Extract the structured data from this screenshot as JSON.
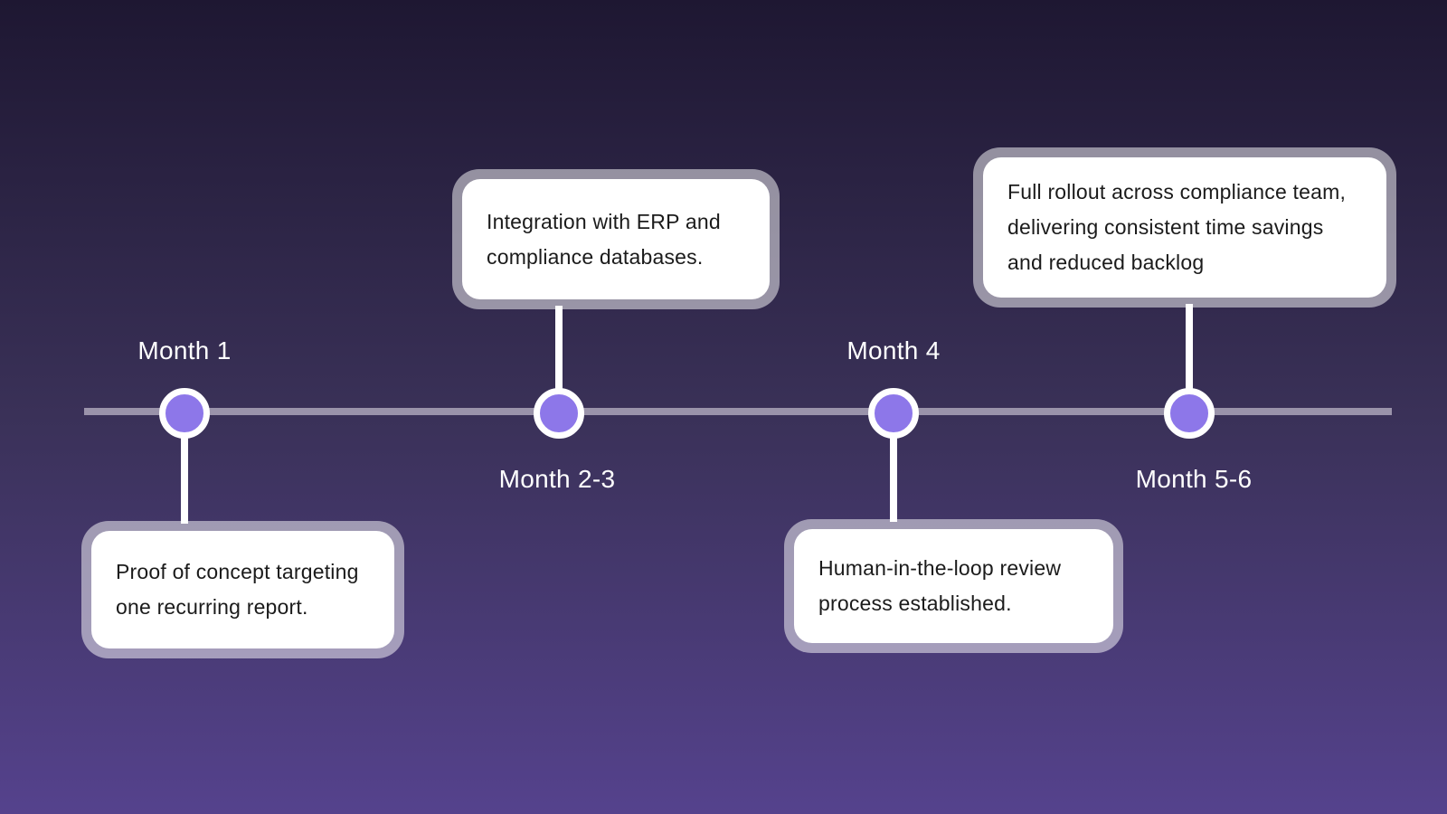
{
  "timeline": {
    "milestones": [
      {
        "label": "Month 1",
        "description": "Proof of concept targeting one recurring report.",
        "label_position": "above",
        "card_position": "below"
      },
      {
        "label": "Month 2-3",
        "description": "Integration with ERP and compliance databases.",
        "label_position": "below",
        "card_position": "above"
      },
      {
        "label": "Month 4",
        "description": "Human-in-the-loop review process established.",
        "label_position": "above",
        "card_position": "below"
      },
      {
        "label": "Month 5-6",
        "description": "Full rollout across compliance team, delivering consistent time savings and reduced backlog",
        "label_position": "below",
        "card_position": "above"
      }
    ],
    "colors": {
      "bg_top": "#1e1732",
      "bg_mid": "#3a3158",
      "bg_bottom": "#55428d",
      "axis_line": "#9a93aa",
      "node_fill": "#8d77e9",
      "node_border": "#ffffff",
      "connector": "#ffffff",
      "card_border": "rgba(255,255,255,0.5)",
      "card_bg": "#ffffff",
      "card_text": "#1b1b1b",
      "label_text": "#ffffff"
    }
  }
}
